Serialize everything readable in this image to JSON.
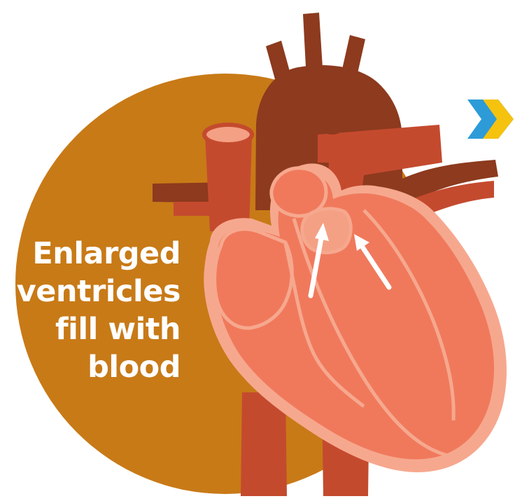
{
  "caption": {
    "lines": [
      "Enlarged",
      "ventricles",
      "fill with",
      "blood"
    ]
  },
  "colors": {
    "background_circle": "#C87A17",
    "aorta_dark": "#8D3A1E",
    "vessel_red": "#C44A2E",
    "heart_body": "#F0795C",
    "heart_outline": "#F6A88E",
    "vessel_lumen": "#F4A084",
    "arrow": "#FFFFFF",
    "chevron_blue": "#2D9BD8",
    "chevron_yellow": "#F5C20E"
  },
  "icons": {
    "flow_arrows": "white-arrow-up",
    "next": "chevron-right-icon"
  }
}
